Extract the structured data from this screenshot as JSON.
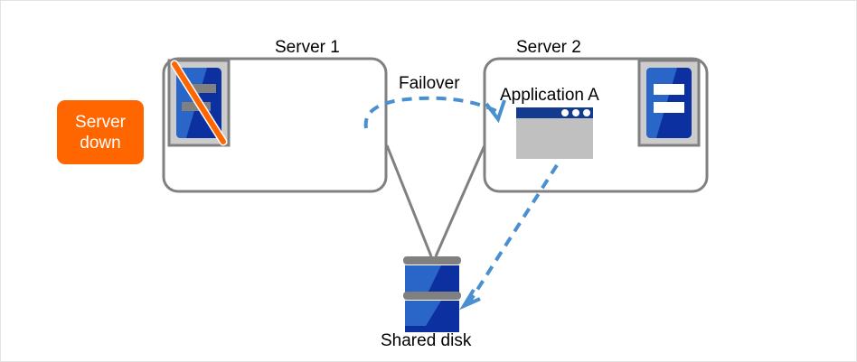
{
  "diagram": {
    "title_server1": "Server 1",
    "title_server2": "Server 2",
    "failover_label": "Failover",
    "application_label": "Application A",
    "shared_disk_label": "Shared disk",
    "status_badge": {
      "line1": "Server",
      "line2": "down"
    },
    "colors": {
      "badge_background": "#ff6600",
      "badge_text": "#ffffff",
      "box_border": "#808080",
      "arrow_blue": "#4a90d0",
      "server_icon_blue": "#2a66c8",
      "server_icon_blue_dark": "#0d30a0",
      "server_icon_frame": "#cccccc",
      "server_icon_frame_border": "#808080",
      "strike_orange": "#ff6600",
      "bar_gray": "#808080",
      "window_titlebar": "#123a8f",
      "window_body": "#c0c0c0",
      "disk_bar": "#808080",
      "canvas_border": "#e3e3e3",
      "text": "#000000"
    },
    "icons": {
      "server1": "server-down-icon",
      "server2": "server-ok-icon",
      "application": "app-window-icon",
      "disk": "shared-disk-icon",
      "failover": "dashed-curved-arrow-icon",
      "disk_access": "dashed-straight-arrow-icon",
      "connector": "solid-connector-line"
    }
  }
}
